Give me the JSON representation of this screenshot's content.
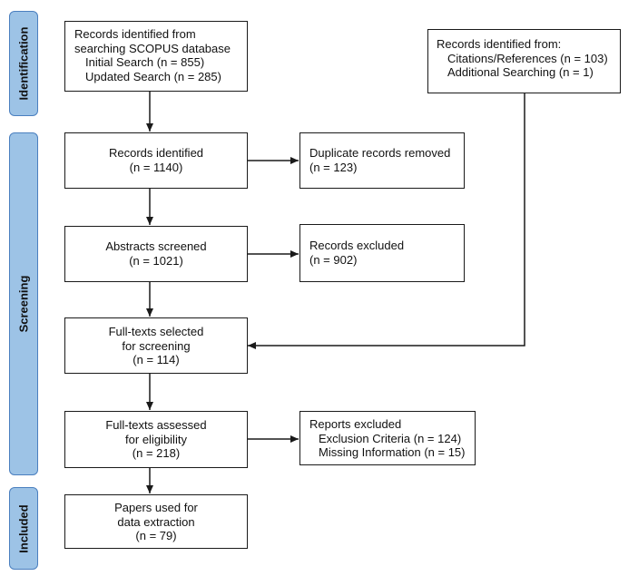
{
  "phases": {
    "identification": "Identification",
    "screening": "Screening",
    "included": "Included"
  },
  "boxes": {
    "scopus": {
      "title_lines": [
        "Records identified from",
        "searching SCOPUS database"
      ],
      "items": [
        "Initial Search (n = 855)",
        "Updated Search (n = 285)"
      ]
    },
    "other_sources": {
      "title_lines": [
        "Records identified from:"
      ],
      "items": [
        "Citations/References (n = 103)",
        "Additional Searching (n = 1)"
      ]
    },
    "records_identified": {
      "lines": [
        "Records identified",
        "(n = 1140)"
      ]
    },
    "duplicates_removed": {
      "lines": [
        "Duplicate records removed",
        "(n = 123)"
      ]
    },
    "abstracts_screened": {
      "lines": [
        "Abstracts screened",
        "(n = 1021)"
      ]
    },
    "records_excluded": {
      "lines": [
        "Records excluded",
        "(n = 902)"
      ]
    },
    "fulltexts_selected": {
      "lines": [
        "Full-texts selected",
        "for screening",
        "(n = 114)"
      ]
    },
    "fulltexts_assessed": {
      "lines": [
        "Full-texts assessed",
        "for eligibility",
        "(n = 218)"
      ]
    },
    "reports_excluded": {
      "title_lines": [
        "Reports excluded"
      ],
      "items": [
        "Exclusion Criteria (n = 124)",
        "Missing Information (n = 15)"
      ]
    },
    "papers_used": {
      "lines": [
        "Papers used for",
        "data extraction",
        "(n = 79)"
      ]
    }
  },
  "colors": {
    "phase_fill": "#9dc3e6",
    "phase_border": "#4a7fbf",
    "line": "#1a1a1a"
  }
}
